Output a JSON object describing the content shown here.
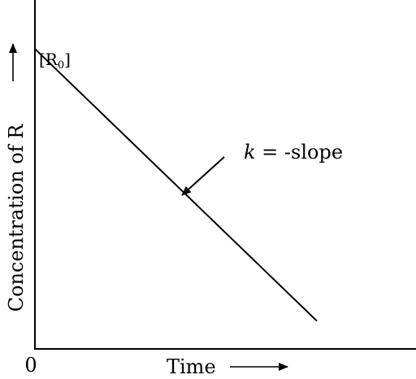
{
  "chart_data": {
    "type": "line",
    "xlabel": "Time",
    "ylabel": "Concentration of R",
    "origin_label": "0",
    "intercept_label": {
      "base": "[R",
      "sub": "0",
      "close": "]"
    },
    "annotation": {
      "italic": "k",
      "rest": " = -slope"
    },
    "series": [
      {
        "x": [
          0,
          0.74
        ],
        "y": [
          0.86,
          0.08
        ]
      }
    ],
    "xlim": [
      0,
      1
    ],
    "ylim": [
      0,
      1
    ],
    "grid": false
  }
}
